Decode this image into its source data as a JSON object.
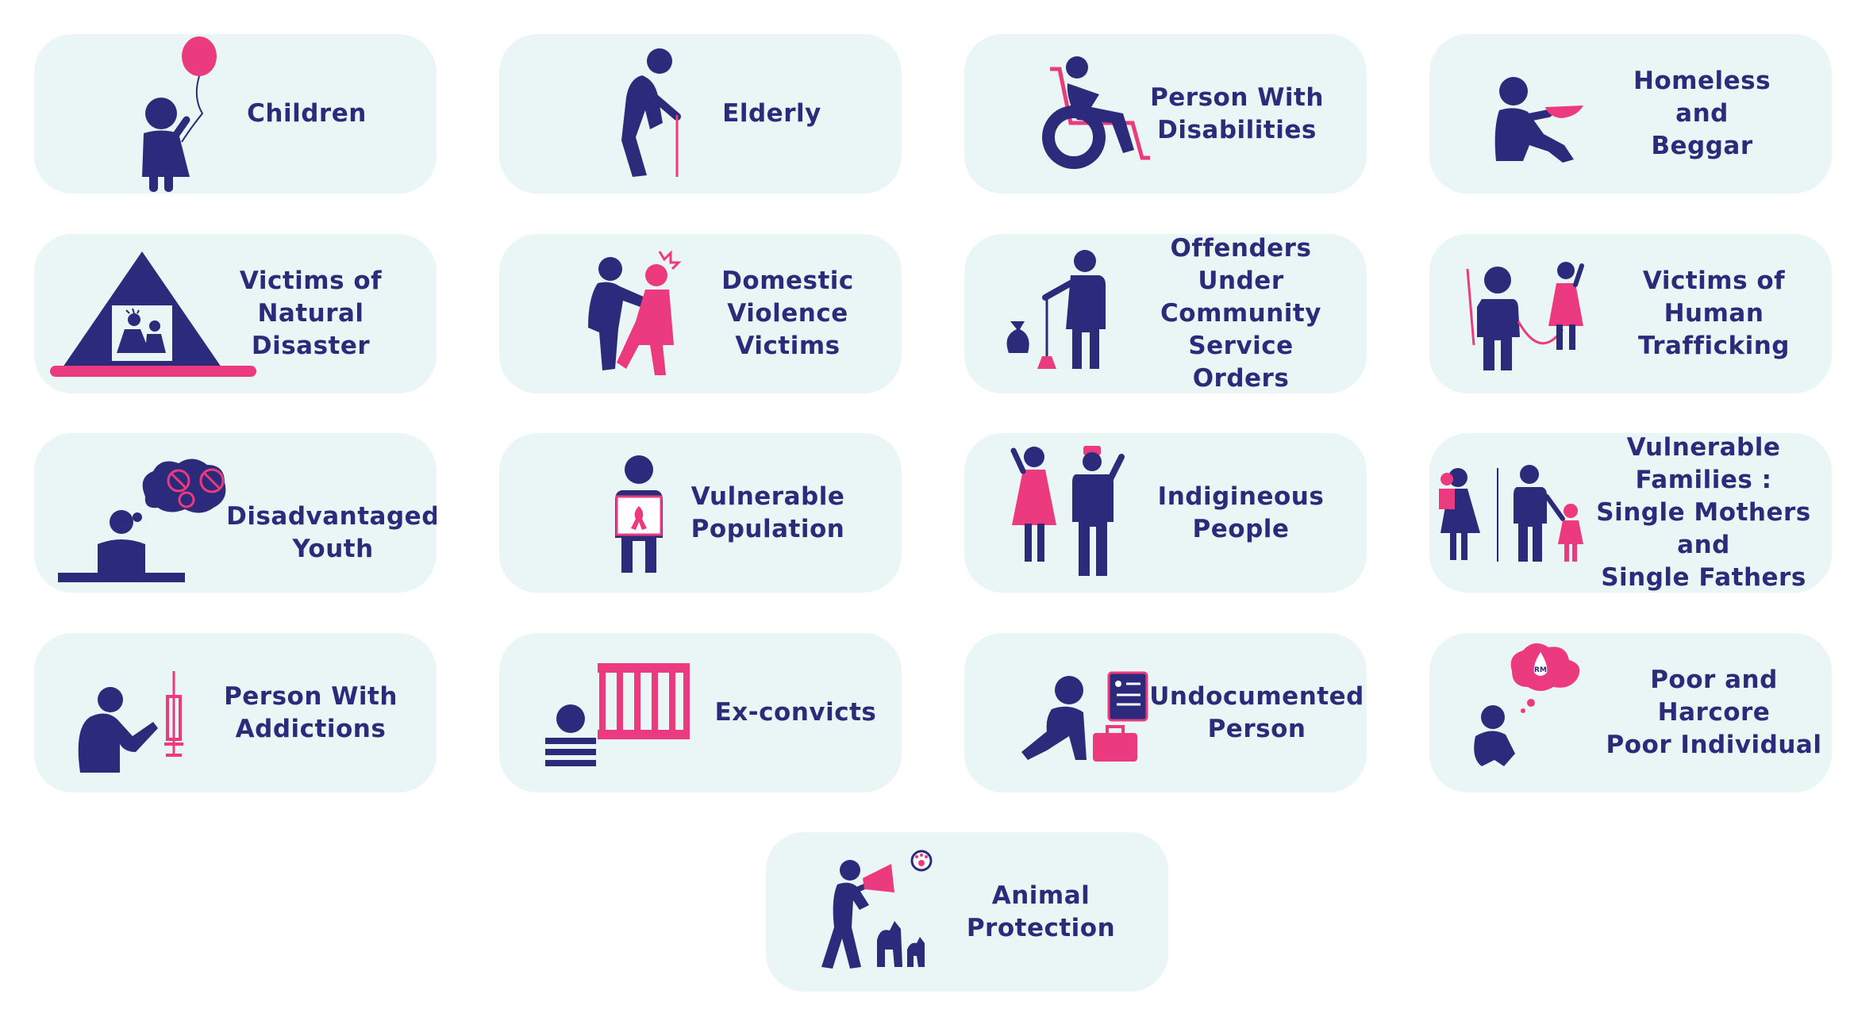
{
  "colors": {
    "card_background": "#eaf6f6",
    "navy": "#2c2a7a",
    "pink": "#ec3a7f"
  },
  "categories": [
    {
      "lines": [
        "Children"
      ],
      "icon": "child-with-balloon-icon"
    },
    {
      "lines": [
        "Elderly"
      ],
      "icon": "elderly-with-cane-icon"
    },
    {
      "lines": [
        "Person With",
        "Disabilities"
      ],
      "icon": "wheelchair-user-icon"
    },
    {
      "lines": [
        "Homeless and",
        "Beggar"
      ],
      "icon": "seated-beggar-with-bowl-icon"
    },
    {
      "lines": [
        "Victims of",
        "Natural Disaster"
      ],
      "icon": "people-in-tent-icon"
    },
    {
      "lines": [
        "Domestic",
        "Violence Victims"
      ],
      "icon": "domestic-violence-icon"
    },
    {
      "lines": [
        "Offenders Under",
        "Community",
        "Service Orders"
      ],
      "icon": "person-with-broom-and-trash-bag-icon"
    },
    {
      "lines": [
        "Victims of Human",
        "Trafficking"
      ],
      "icon": "person-leading-girl-on-rope-icon"
    },
    {
      "lines": [
        "Disadvantaged",
        "Youth"
      ],
      "icon": "youth-with-thought-cloud-icon"
    },
    {
      "lines": [
        "Vulnerable",
        "Population"
      ],
      "icon": "person-holding-ribbon-sign-icon"
    },
    {
      "lines": [
        "Indigineous",
        "People"
      ],
      "icon": "indigenous-couple-icon"
    },
    {
      "lines": [
        "Vulnerable Families :",
        "Single Mothers and",
        "Single Fathers"
      ],
      "icon": "single-parents-icon"
    },
    {
      "lines": [
        "Person With",
        "Addictions"
      ],
      "icon": "person-with-syringe-icon"
    },
    {
      "lines": [
        "Ex-convicts"
      ],
      "icon": "prisoner-and-bars-icon"
    },
    {
      "lines": [
        "Undocumented",
        "Person"
      ],
      "icon": "person-with-document-and-suitcase-icon"
    },
    {
      "lines": [
        "Poor and Harcore",
        "Poor Individual"
      ],
      "icon": "person-thinking-of-money-icon"
    },
    {
      "lines": [
        "Animal Protection"
      ],
      "icon": "person-with-megaphone-and-dogs-icon"
    }
  ],
  "money_symbol": "RM"
}
